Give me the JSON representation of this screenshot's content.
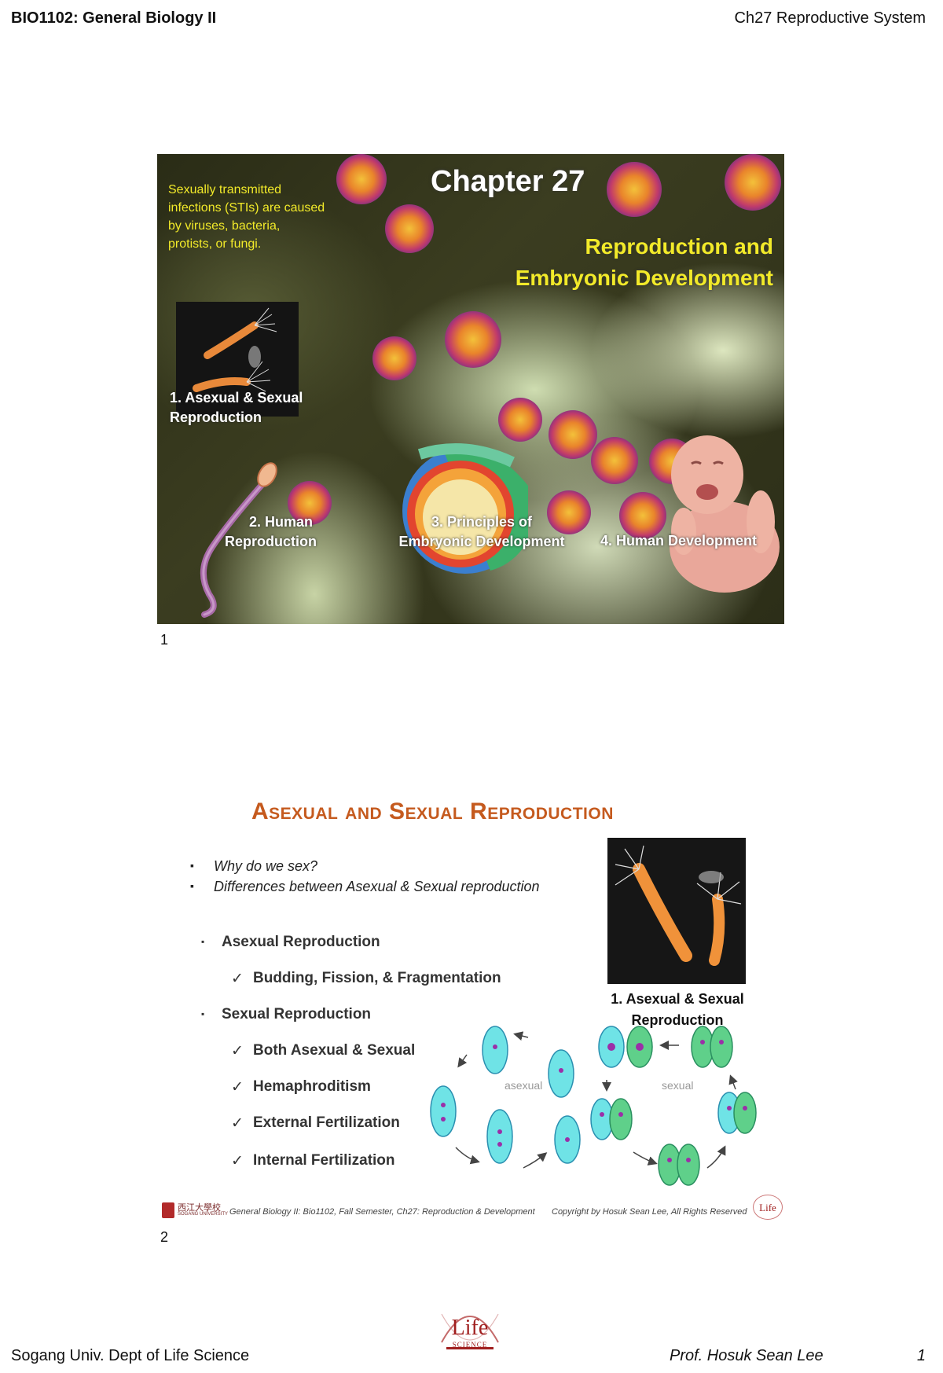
{
  "header": {
    "course": "BIO1102: General Biology II",
    "chapter": "Ch27 Reproductive System"
  },
  "slide1": {
    "sti_note": "Sexually transmitted infections (STIs) are caused by viruses, bacteria, protists, or fungi.",
    "title": "Chapter 27",
    "subtitle_line1": "Reproduction and",
    "subtitle_line2": "Embryonic Development",
    "section1_line1": "1. Asexual & Sexual",
    "section1_line2": "Reproduction",
    "section2_line1": "2. Human",
    "section2_line2": "Reproduction",
    "section3_line1": "3. Principles of",
    "section3_line2": "Embryonic Development",
    "section4": "4. Human Development",
    "number": "1"
  },
  "slide2": {
    "title": "Asexual and Sexual Reproduction",
    "question1": "Why do we sex?",
    "question2": "Differences between Asexual & Sexual reproduction",
    "asexual_heading": "Asexual Reproduction",
    "asexual_items": [
      "Budding, Fission, & Fragmentation"
    ],
    "sexual_heading": "Sexual Reproduction",
    "sexual_items": [
      "Both Asexual & Sexual",
      "Hemaphroditism",
      "External Fertilization",
      "Internal Fertilization"
    ],
    "photo_caption_line1": "1. Asexual & Sexual",
    "photo_caption_line2": "Reproduction",
    "diagram_label_asexual": "asexual",
    "diagram_label_sexual": "sexual",
    "university_name": "西江大學校",
    "university_name_en": "SOGANG UNIVERSITY",
    "footer_course": "General Biology II: Bio1102, Fall Semester, Ch27: Reproduction & Development",
    "footer_copyright": "Copyright by Hosuk Sean Lee, All Rights Reserved",
    "number": "2"
  },
  "footer": {
    "department": "Sogang Univ. Dept of Life Science",
    "professor": "Prof. Hosuk Sean Lee",
    "page": "1",
    "logo_text": "Life",
    "logo_sub": "SCIENCE"
  },
  "colors": {
    "slide_title": "#c55a1e",
    "highlight_yellow": "#f2ea29",
    "cell_cyan": "#6fe3e6",
    "cell_green": "#5fd08a",
    "nucleus_purple": "#9b2fa8"
  }
}
